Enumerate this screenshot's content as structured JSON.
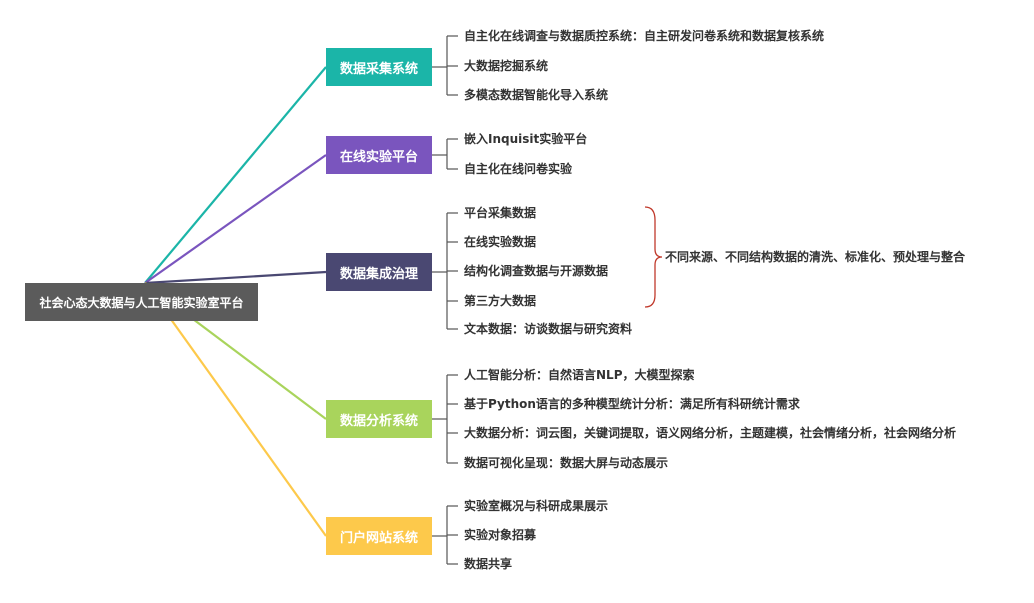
{
  "root": {
    "label": "社会心态大数据与人工智能实验室平台",
    "color": "#5b5b5b"
  },
  "branches": [
    {
      "label": "数据采集系统",
      "color": "#1bb5a8",
      "items": [
        "自主化在线调查与数据质控系统：自主研发问卷系统和数据复核系统",
        "大数据挖掘系统",
        "多模态数据智能化导入系统"
      ]
    },
    {
      "label": "在线实验平台",
      "color": "#7a55be",
      "items": [
        "嵌入Inquisit实验平台",
        "自主化在线问卷实验"
      ]
    },
    {
      "label": "数据集成治理",
      "color": "#4a4872",
      "items": [
        "平台采集数据",
        "在线实验数据",
        "结构化调查数据与开源数据",
        "第三方大数据",
        "文本数据：访谈数据与研究资料"
      ]
    },
    {
      "label": "数据分析系统",
      "color": "#a9d45c",
      "items": [
        "人工智能分析：自然语言NLP，大模型探索",
        "基于Python语言的多种模型统计分析：满足所有科研统计需求",
        "大数据分析：词云图，关键词提取，语义网络分析，主题建模，社会情绪分析，社会网络分析",
        "数据可视化呈现：数据大屏与动态展示"
      ]
    },
    {
      "label": "门户网站系统",
      "color": "#fdc94b",
      "items": [
        "实验室概况与科研成果展示",
        "实验对象招募",
        "数据共享"
      ]
    }
  ],
  "integration_note": {
    "label": "不同来源、不同结构数据的清洗、标准化、预处理与整合",
    "brace_color": "#c0392b"
  },
  "colors": {
    "leaf_text": "#333333",
    "bracket_line": "#555555"
  }
}
